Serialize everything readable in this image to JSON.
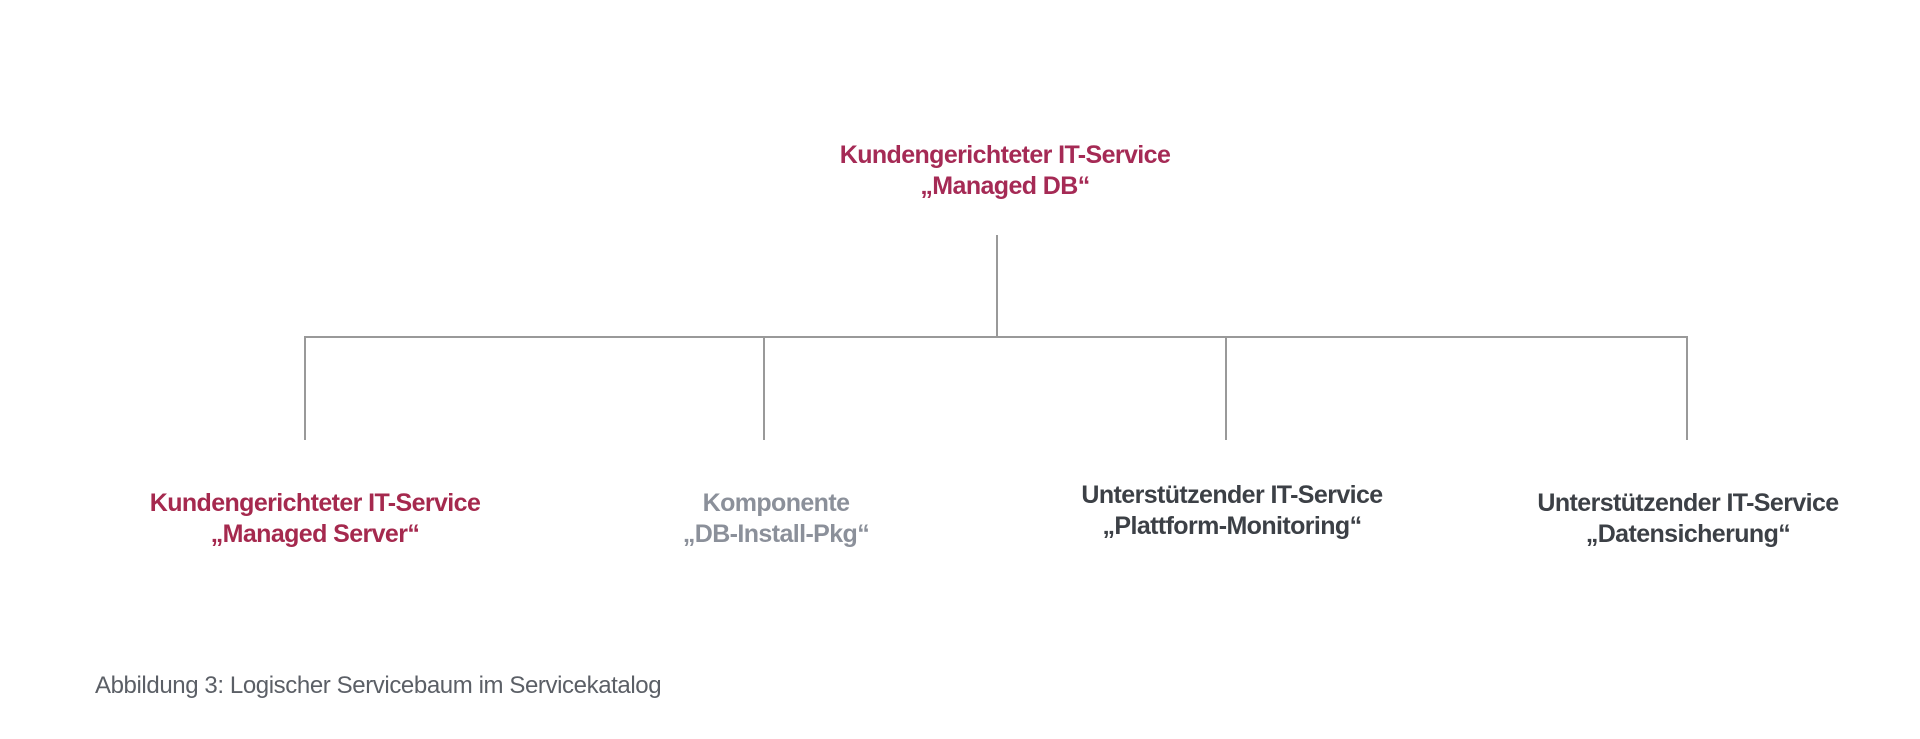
{
  "figure": {
    "caption": "Abbildung 3: Logischer Servicebaum im Servicekatalog"
  },
  "tree": {
    "root": {
      "title": "Kundengerichteter IT-Service",
      "subtitle": "„Managed DB“",
      "type": "customer-facing-service",
      "color": "#a52a55"
    },
    "children": [
      {
        "title": "Kundengerichteter IT-Service",
        "subtitle": "„Managed Server“",
        "type": "customer-facing-service",
        "color": "#a5294e"
      },
      {
        "title": "Komponente",
        "subtitle": "„DB-Install-Pkg“",
        "type": "component",
        "color": "#8b909a"
      },
      {
        "title": "Unterstützender IT-Service",
        "subtitle": "„Plattform-Monitoring“",
        "type": "supporting-service",
        "color": "#3c4046"
      },
      {
        "title": "Unterstützender IT-Service",
        "subtitle": "„Datensicherung“",
        "type": "supporting-service",
        "color": "#3c4046"
      }
    ]
  },
  "colors": {
    "connector": "#999999",
    "caption_text": "#5b5f66",
    "background": "#ffffff",
    "accent_crimson": "#a52a55",
    "muted_gray": "#8b909a",
    "dark_gray": "#3c4046"
  }
}
